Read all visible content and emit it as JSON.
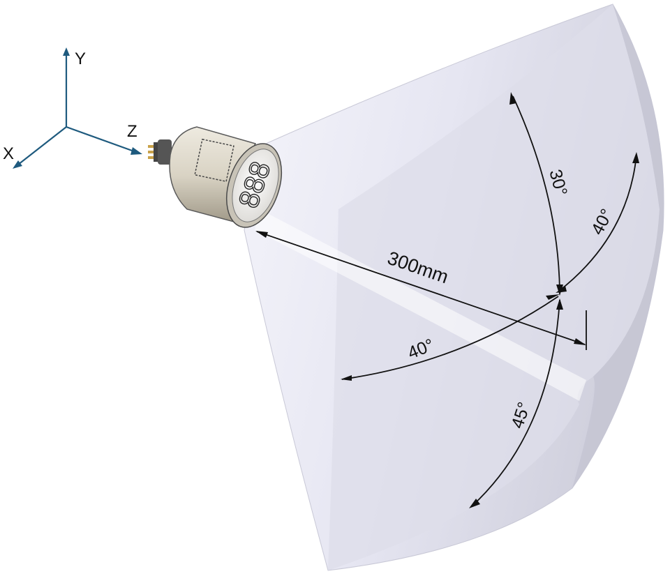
{
  "axes": {
    "x_label": "X",
    "y_label": "Y",
    "z_label": "Z"
  },
  "sensor": {
    "display_digits": "888"
  },
  "dimensions": {
    "distance_label": "300mm",
    "angle_top_label": "30°",
    "angle_right_label": "40°",
    "angle_left_label": "40°",
    "angle_bottom_label": "45°"
  },
  "colors": {
    "axis": "#1e5a7e",
    "cone_fill": "#e6e6f2",
    "cone_shade": "#cfcfdc",
    "sensor_body": "#d9d3c4",
    "annotation": "#111111"
  }
}
